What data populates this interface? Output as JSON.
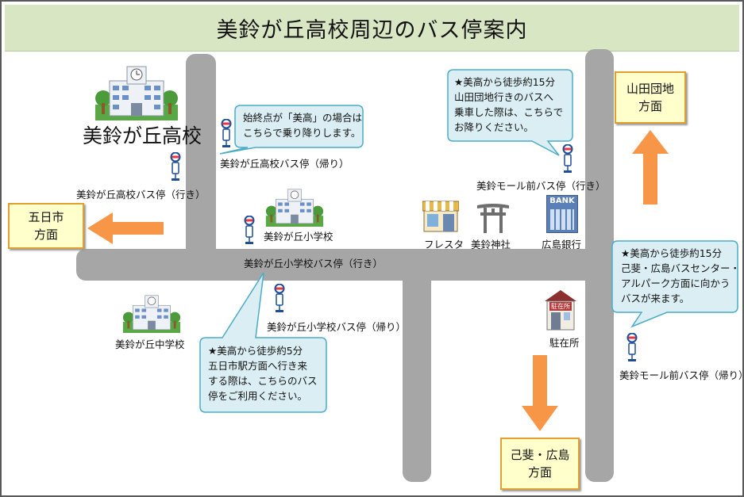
{
  "title": "美鈴が丘高校周辺のバス停案内",
  "colors": {
    "title_bg": "#d8e6c4",
    "road": "#a6a6a6",
    "callout_fill": "#dbeef3",
    "callout_border": "#4bacc6",
    "direction_fill": "#ffffcc",
    "direction_border": "#e0a030",
    "arrow": "#f79646"
  },
  "places": {
    "high_school": "美鈴が丘高校",
    "elementary": "美鈴が丘小学校",
    "junior_high": "美鈴が丘中学校",
    "supermarket": "フレスタ",
    "shrine": "美鈴神社",
    "bank": "広島銀行",
    "bank_sign": "BANK",
    "police_box": "駐在所",
    "police_sign": "駐在所"
  },
  "bus_stops": {
    "hs_return": "美鈴が丘高校バス停（帰り）",
    "hs_outbound": "美鈴が丘高校バス停（行き）",
    "elem_outbound": "美鈴が丘小学校バス停（行き）",
    "elem_return": "美鈴が丘小学校バス停（帰り）",
    "mall_outbound": "美鈴モール前バス停（行き）",
    "mall_return": "美鈴モール前バス停（帰り）"
  },
  "directions": {
    "itsukaichi": {
      "line1": "五日市",
      "line2": "方面"
    },
    "yamada": {
      "line1": "山田団地",
      "line2": "方面"
    },
    "koi_hiroshima": {
      "line1": "己斐・広島",
      "line2": "方面"
    }
  },
  "callouts": {
    "terminal": [
      "始終点が「美高」の場合は",
      "こちらで乗り降りします。"
    ],
    "yamada": [
      "★美高から徒歩約15分",
      "山田団地行きのバスへ",
      "乗車した際は、こちらで",
      "お降りください。"
    ],
    "koi": [
      "★美高から徒歩約15分",
      "己斐・広島バスセンター・",
      "アルパーク方面に向かう",
      "バスが来ます。"
    ],
    "itsukaichi": [
      "★美高から徒歩約5分",
      "五日市駅方面へ行き来",
      "する際は、こちらのバス",
      "停をご利用ください。"
    ]
  }
}
